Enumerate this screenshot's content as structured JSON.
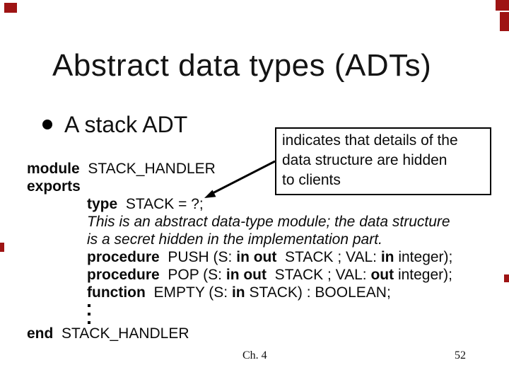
{
  "slide": {
    "title": "Abstract data types (ADTs)",
    "bullet": "A stack ADT",
    "callout": {
      "lines": [
        "indicates that details of the",
        "data structure are hidden",
        "to clients"
      ]
    },
    "code": {
      "lines": [
        {
          "indent": false,
          "italic": false,
          "segments": [
            {
              "t": "module",
              "b": true
            },
            {
              "t": "  STACK_HANDLER",
              "b": false
            }
          ]
        },
        {
          "indent": false,
          "italic": false,
          "segments": [
            {
              "t": "exports",
              "b": true
            }
          ]
        },
        {
          "indent": true,
          "italic": false,
          "segments": [
            {
              "t": "type",
              "b": true
            },
            {
              "t": "  STACK = ?;",
              "b": false
            }
          ]
        },
        {
          "indent": true,
          "italic": true,
          "segments": [
            {
              "t": "This is an abstract data-type module; the data structure",
              "b": false
            }
          ]
        },
        {
          "indent": true,
          "italic": true,
          "segments": [
            {
              "t": "is a secret hidden in the implementation part.",
              "b": false
            }
          ]
        },
        {
          "indent": true,
          "italic": false,
          "segments": [
            {
              "t": "procedure",
              "b": true
            },
            {
              "t": "  PUSH (S: ",
              "b": false
            },
            {
              "t": "in out",
              "b": true
            },
            {
              "t": "  STACK ; VAL: ",
              "b": false
            },
            {
              "t": "in",
              "b": true
            },
            {
              "t": " integer);",
              "b": false
            }
          ]
        },
        {
          "indent": true,
          "italic": false,
          "segments": [
            {
              "t": "procedure",
              "b": true
            },
            {
              "t": "  POP (S: ",
              "b": false
            },
            {
              "t": "in out",
              "b": true
            },
            {
              "t": "  STACK ; VAL: ",
              "b": false
            },
            {
              "t": "out",
              "b": true
            },
            {
              "t": " integer);",
              "b": false
            }
          ]
        },
        {
          "indent": true,
          "italic": false,
          "segments": [
            {
              "t": "function",
              "b": true
            },
            {
              "t": "  EMPTY (S: ",
              "b": false
            },
            {
              "t": "in",
              "b": true
            },
            {
              "t": " STACK) : BOOLEAN;",
              "b": false
            }
          ]
        },
        {
          "indent": true,
          "italic": false,
          "ellipsis": true,
          "segments": []
        },
        {
          "indent": false,
          "italic": false,
          "segments": [
            {
              "t": "end",
              "b": true
            },
            {
              "t": "  STACK_HANDLER",
              "b": false
            }
          ]
        }
      ]
    },
    "footer": {
      "chapter": "Ch. 4",
      "page": "52"
    },
    "colors": {
      "accent": "#9e1414",
      "text": "#000000"
    }
  }
}
